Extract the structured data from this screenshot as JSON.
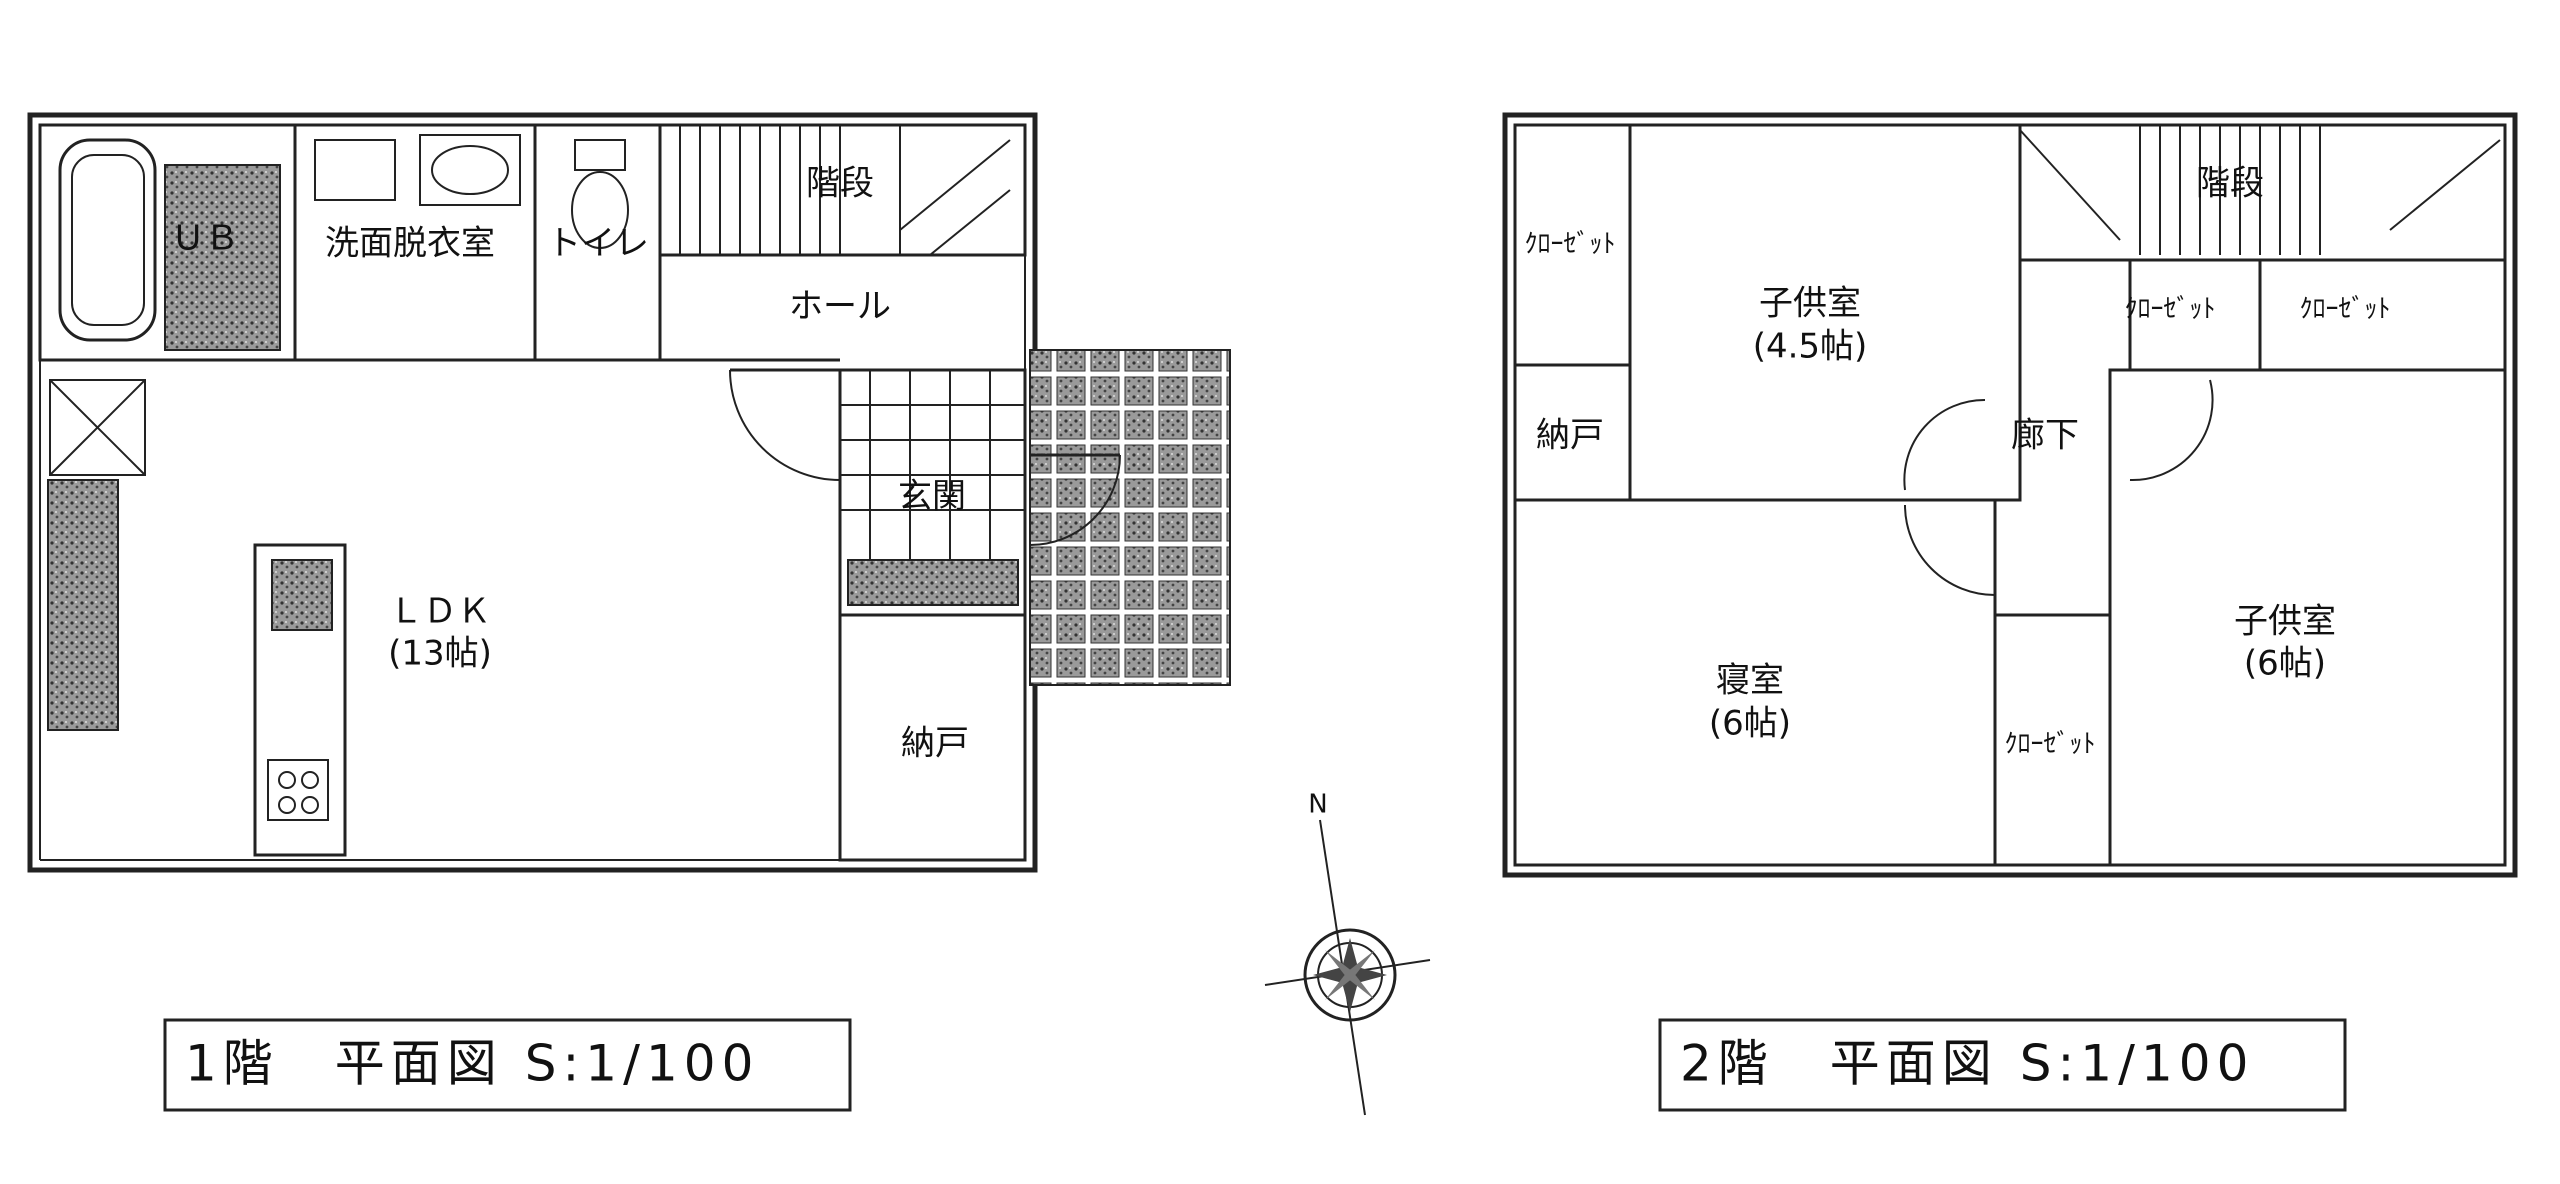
{
  "floor1": {
    "title": "1階　平面図 S:1/100",
    "rooms": {
      "ub": "ＵＢ",
      "washroom": "洗面脱衣室",
      "toilet": "トイレ",
      "stairs": "階段",
      "hall": "ホール",
      "entrance": "玄関",
      "ldk": "ＬＤＫ",
      "ldk_size": "(13帖)",
      "storage": "納戸"
    }
  },
  "floor2": {
    "title": "2階　平面図 S:1/100",
    "rooms": {
      "closet_left": "ｸﾛｰｾﾞｯﾄ",
      "child_room_a": "子供室",
      "child_room_a_size": "(4.5帖)",
      "stairs": "階段",
      "closet_mid": "ｸﾛｰｾﾞｯﾄ",
      "closet_right": "ｸﾛｰｾﾞｯﾄ",
      "storage": "納戸",
      "corridor": "廊下",
      "bedroom": "寝室",
      "bedroom_size": "(6帖)",
      "closet_bedroom": "ｸﾛｰｾﾞｯﾄ",
      "child_room_b": "子供室",
      "child_room_b_size": "(6帖)"
    }
  },
  "compass": {
    "north_label": "N"
  }
}
